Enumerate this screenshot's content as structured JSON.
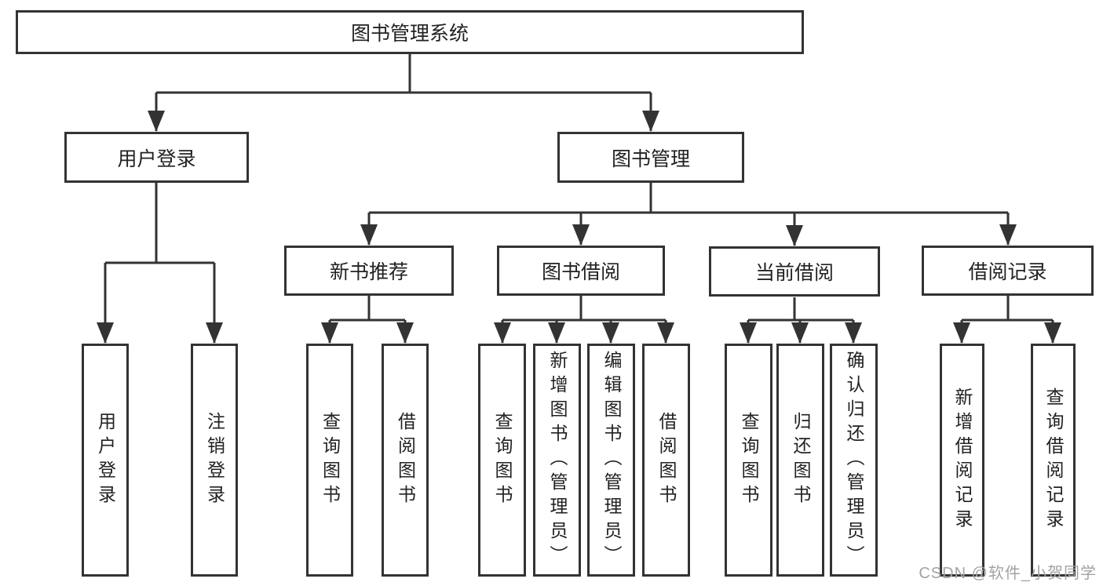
{
  "diagram": {
    "root": {
      "label": "图书管理系统"
    },
    "level2": {
      "user_login": {
        "label": "用户登录"
      },
      "book_mgmt": {
        "label": "图书管理"
      }
    },
    "level3": {
      "new_book": {
        "label": "新书推荐"
      },
      "book_borrow": {
        "label": "图书借阅"
      },
      "current_borrow": {
        "label": "当前借阅"
      },
      "borrow_record": {
        "label": "借阅记录"
      }
    },
    "leaves": {
      "user_login_leaf": {
        "label": "用户登录"
      },
      "logout": {
        "label": "注销登录"
      },
      "nb_query": {
        "label": "查询图书"
      },
      "nb_borrow": {
        "label": "借阅图书"
      },
      "bb_query": {
        "label": "查询图书"
      },
      "bb_add": {
        "label": "新增图书（管理员）"
      },
      "bb_edit": {
        "label": "编辑图书（管理员）"
      },
      "bb_borrow": {
        "label": "借阅图书"
      },
      "cb_query": {
        "label": "查询图书"
      },
      "cb_return": {
        "label": "归还图书"
      },
      "cb_confirm": {
        "label": "确认归还（管理员）"
      },
      "br_add": {
        "label": "新增借阅记录"
      },
      "br_query": {
        "label": "查询借阅记录"
      }
    }
  },
  "watermark": {
    "text": "CSDN @软件_小贺同学"
  },
  "colors": {
    "line": "#333333",
    "text": "#222222",
    "watermark": "#a3a3a3",
    "background": "#ffffff"
  }
}
